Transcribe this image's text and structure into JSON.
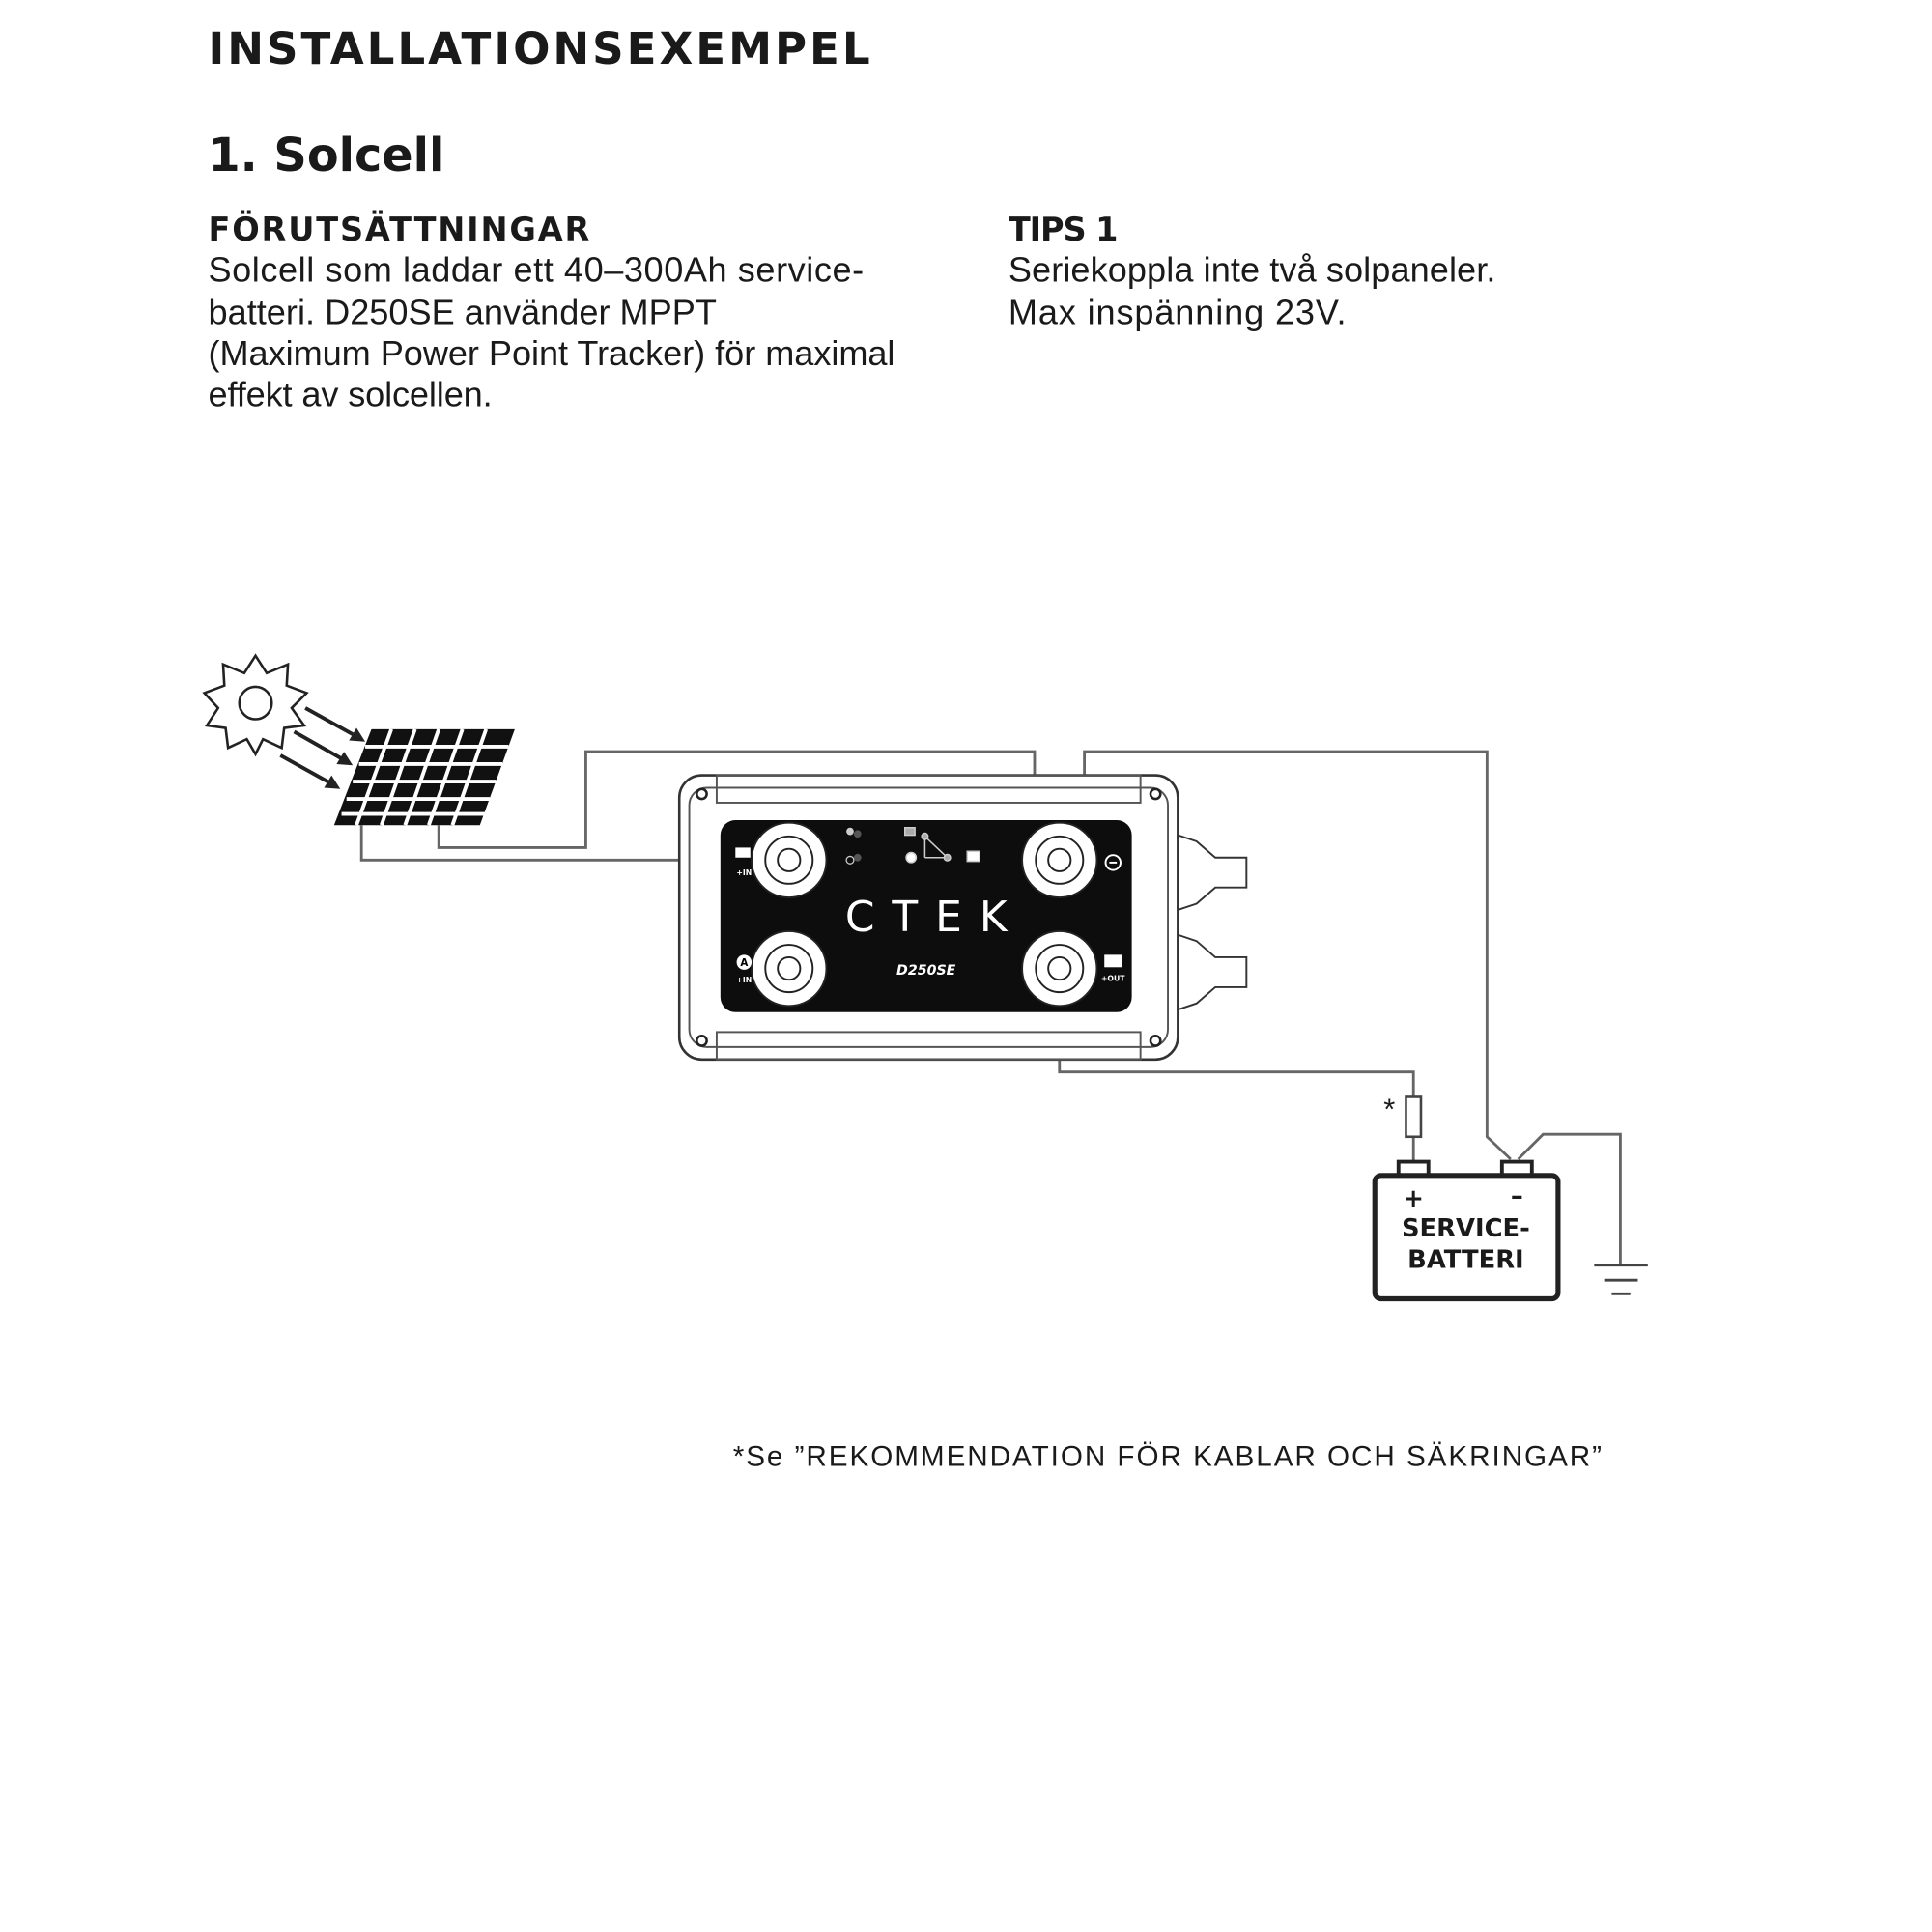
{
  "title": "INSTALLATIONSEXEMPEL",
  "section": "1. Solcell",
  "requirements": {
    "heading": "FÖRUTSÄTTNINGAR",
    "lines": [
      "Solcell som laddar ett 40–300Ah service-",
      "batteri. D250SE använder MPPT",
      "(Maximum Power Point Tracker) för maximal",
      "effekt av solcellen."
    ]
  },
  "tips": {
    "heading": "TIPS 1",
    "lines": [
      "Seriekoppla inte två solpaneler.",
      "Max inspänning 23V."
    ]
  },
  "device": {
    "brand": "CTEK",
    "model": "D250SE",
    "solar_in": "+IN",
    "alt_in": "+IN",
    "alt_symbol": "A",
    "out": "+OUT"
  },
  "battery": {
    "line1": "SERVICE-",
    "line2": "BATTERI",
    "plus": "+",
    "minus": "–"
  },
  "fuse_mark": "*",
  "footnote": "*Se ”REKOMMENDATION FÖR KABLAR OCH SÄKRINGAR”"
}
